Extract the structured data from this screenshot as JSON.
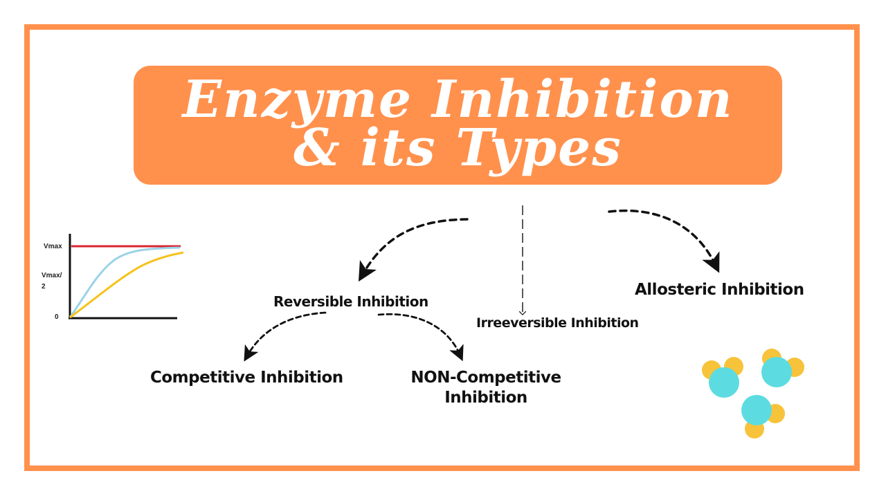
{
  "banner": {
    "title_line1": "Enzyme Inhibition",
    "title_line2": "& its Types",
    "color": "#FF914D"
  },
  "frame": {
    "border_color": "#FF914D"
  },
  "diagram": {
    "nodes": {
      "reversible": "Reversible Inhibition",
      "irreversible": "Irreeversible Inhibition",
      "allosteric": "Allosteric Inhibition",
      "competitive": "Competitive Inhibition",
      "noncompetitive_line1": "NON-Competitive",
      "noncompetitive_line2": "Inhibition"
    },
    "edges": [
      {
        "from": "root",
        "to": "reversible",
        "style": "dashed-curved"
      },
      {
        "from": "root",
        "to": "irreversible",
        "style": "dashed-straight"
      },
      {
        "from": "root",
        "to": "allosteric",
        "style": "dashed-curved"
      },
      {
        "from": "reversible",
        "to": "competitive",
        "style": "dashed-curved"
      },
      {
        "from": "reversible",
        "to": "noncompetitive",
        "style": "dashed-curved"
      }
    ]
  },
  "mini_chart": {
    "y_labels": {
      "vmax": "Vmax",
      "half_line1": "Vmax/",
      "half_line2": "2",
      "zero": "0"
    },
    "colors": {
      "vmax_line": "#D8262E",
      "curve_uninhibited": "#9BD3E6",
      "curve_inhibited": "#F5C31C",
      "axis": "#111111"
    }
  },
  "molecules": {
    "center_color": "#5CDCE0",
    "atom_color": "#F7C33A",
    "count": 3
  }
}
